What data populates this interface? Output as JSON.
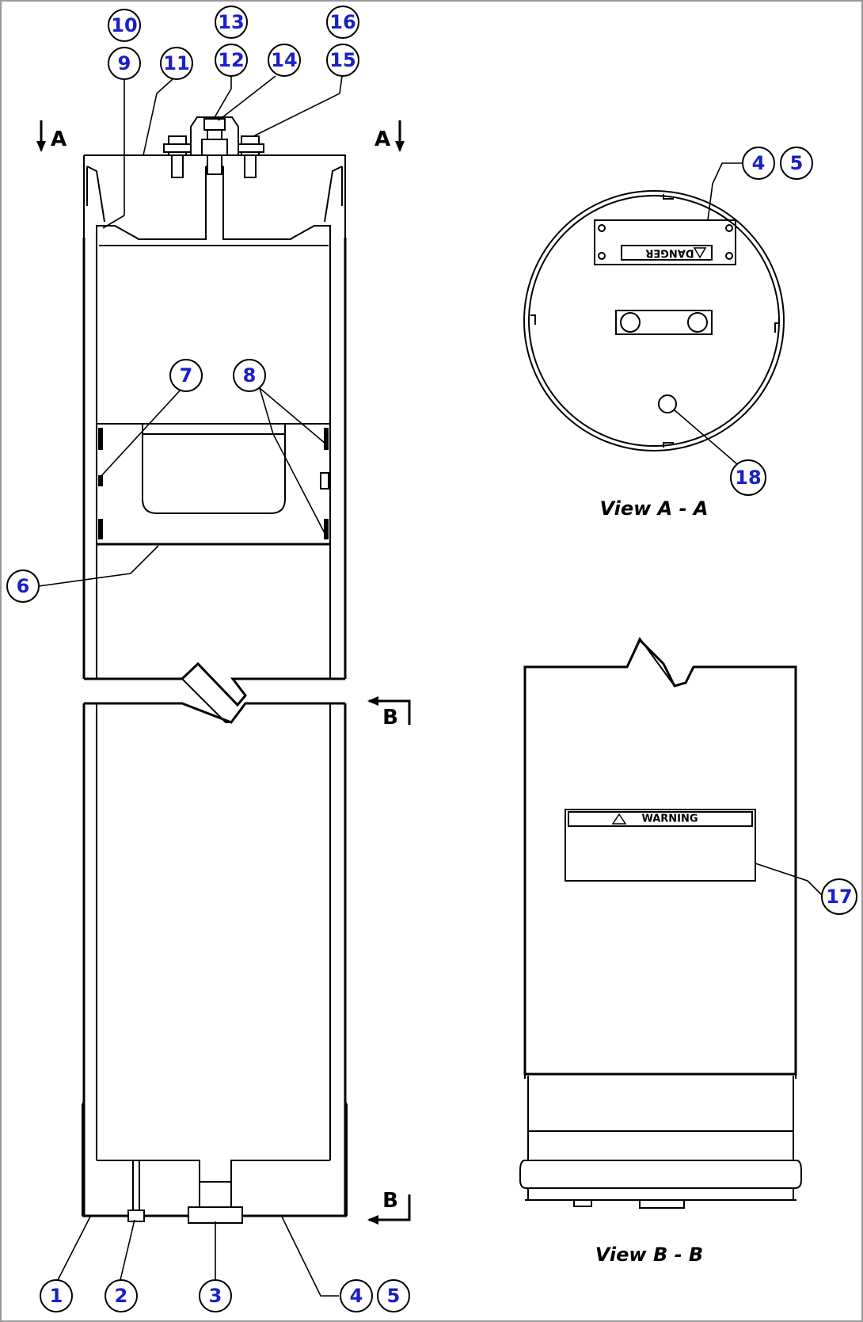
{
  "views": {
    "view_a_caption": "View A - A",
    "view_b_caption": "View B - B",
    "danger_label": "DANGER",
    "warning_label": "WARNING"
  },
  "section_marks": {
    "a_left": "A",
    "a_right": "A",
    "b_upper": "B",
    "b_lower": "B"
  },
  "callouts": [
    {
      "id": "1",
      "label": "1"
    },
    {
      "id": "2",
      "label": "2"
    },
    {
      "id": "3",
      "label": "3"
    },
    {
      "id": "4",
      "label": "4"
    },
    {
      "id": "5",
      "label": "5"
    },
    {
      "id": "6",
      "label": "6"
    },
    {
      "id": "7",
      "label": "7"
    },
    {
      "id": "8",
      "label": "8"
    },
    {
      "id": "9",
      "label": "9"
    },
    {
      "id": "10",
      "label": "10"
    },
    {
      "id": "11",
      "label": "11"
    },
    {
      "id": "12",
      "label": "12"
    },
    {
      "id": "13",
      "label": "13"
    },
    {
      "id": "14",
      "label": "14"
    },
    {
      "id": "15",
      "label": "15"
    },
    {
      "id": "16",
      "label": "16"
    },
    {
      "id": "4a",
      "label": "4"
    },
    {
      "id": "5a",
      "label": "5"
    },
    {
      "id": "17",
      "label": "17"
    },
    {
      "id": "18",
      "label": "18"
    }
  ],
  "colors": {
    "callout_text": "#1a20c8",
    "line": "#000000",
    "background": "#ffffff"
  }
}
